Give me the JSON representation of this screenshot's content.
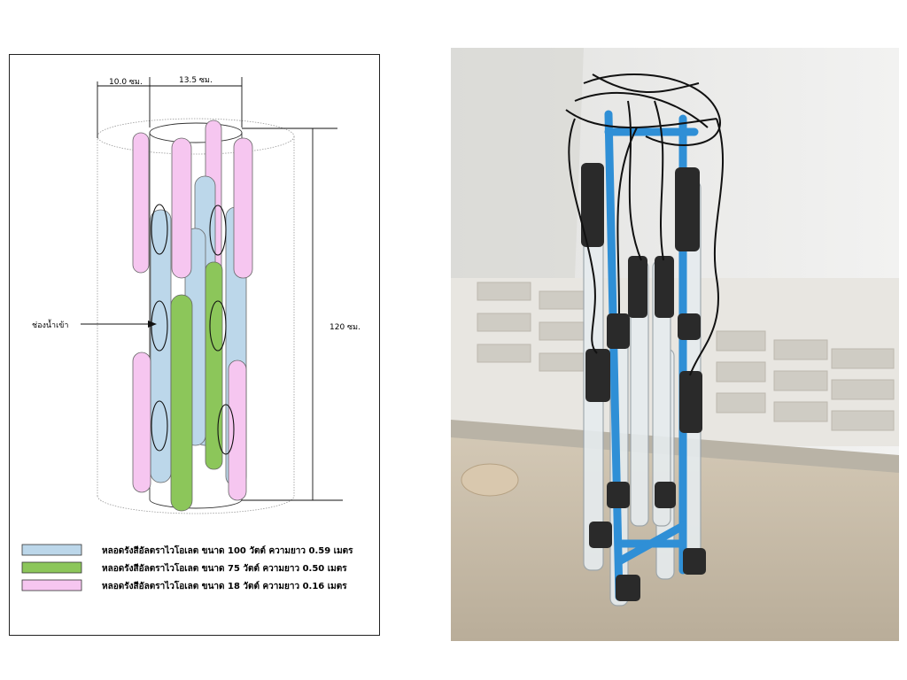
{
  "diagram": {
    "dim_inner_width": "10.0 ซม.",
    "dim_outer_width": "13.5 ซม.",
    "dim_height": "120 ซม.",
    "inlet_label": "ช่องน้ำเข้า",
    "legend": [
      {
        "label": "หลอดรังสีอัลตราไวโอเลต ขนาด 100 วัตต์ ความยาว 0.59 เมตร",
        "color": "#bcd7ea"
      },
      {
        "label": "หลอดรังสีอัลตราไวโอเลต ขนาด 75 วัตต์ ความยาว 0.50 เมตร",
        "color": "#8cc65a"
      },
      {
        "label": "หลอดรังสีอัลตราไวโอเลต ขนาด 18 วัตต์ ความยาว 0.16 เมตร",
        "color": "#f6c6f0"
      }
    ]
  },
  "colors": {
    "pipe_blue": "#2f8fd6",
    "wall": "#ecebea",
    "ground": "#c8bca9"
  }
}
